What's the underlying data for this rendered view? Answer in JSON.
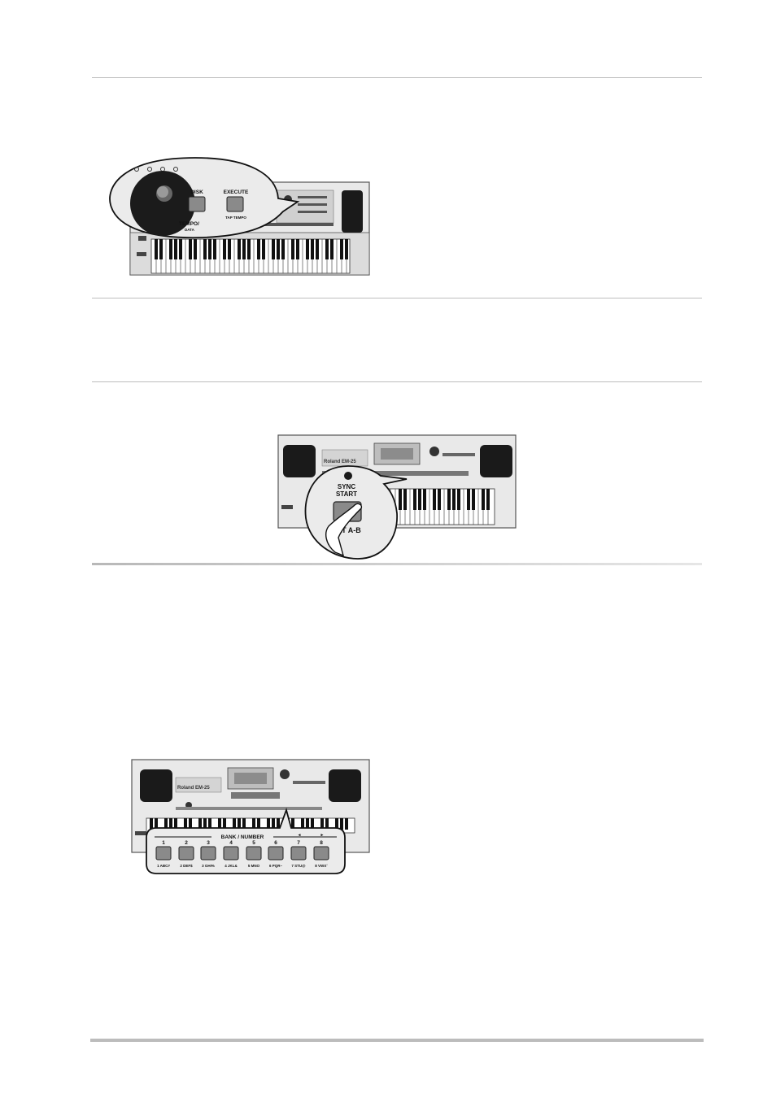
{
  "figure1": {
    "tempo_label": "TEMPO/",
    "data_label": "DATA",
    "disk_label": "DISK",
    "execute_label": "EXECUTE",
    "tap_tempo_label": "TAP TEMPO"
  },
  "figure2": {
    "brand_label": "Roland EM-25",
    "sync_label": "SYNC",
    "start_label": "START",
    "repeat_label": "EAT A-B"
  },
  "figure3": {
    "brand_label": "Roland EM-25",
    "bank_number_label": "BANK / NUMBER",
    "prev_arrow": "◄",
    "next_arrow": "►",
    "numbers": [
      "1",
      "2",
      "3",
      "4",
      "5",
      "6",
      "7",
      "8"
    ],
    "sub_labels": [
      "1 ABC#",
      "2 DEF$",
      "3 GHI%",
      "4 JKL&",
      "5 MNO",
      "6 PQR–",
      "7 STU@",
      "8 VWXˆ"
    ]
  }
}
